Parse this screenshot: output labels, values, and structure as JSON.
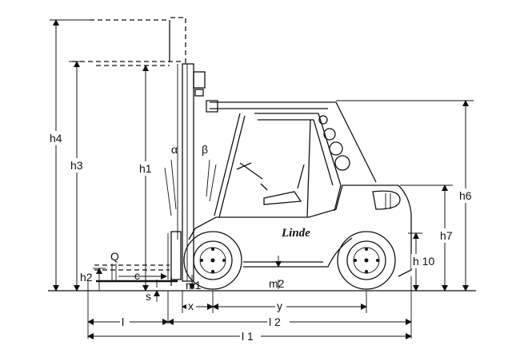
{
  "diagram": {
    "brand": "Linde",
    "dimension_labels": {
      "h4": "h4",
      "h3": "h3",
      "h1": "h1",
      "h2": "h2",
      "h6": "h6",
      "h7": "h7",
      "h10": "h 10",
      "q": "Q",
      "c": "c",
      "s": "s",
      "m1": "m1",
      "m2": "m2",
      "x": "x",
      "y": "y",
      "l": "l",
      "l2": "l 2",
      "l1": "l 1",
      "alpha": "α",
      "beta": "β"
    }
  }
}
